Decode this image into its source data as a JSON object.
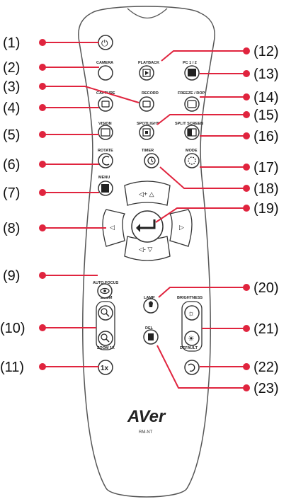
{
  "brand": "AVer",
  "model": "RM-NT",
  "callouts": [
    "(1)",
    "(2)",
    "(3)",
    "(4)",
    "(5)",
    "(6)",
    "(7)",
    "(8)",
    "(9)",
    "(10)",
    "(11)",
    "(12)",
    "(13)",
    "(14)",
    "(15)",
    "(16)",
    "(17)",
    "(18)",
    "(19)",
    "(20)",
    "(21)",
    "(22)",
    "(23)"
  ],
  "button_labels": {
    "camera": "CAMERA",
    "capture": "CAPTURE",
    "vision": "VISION",
    "rotate": "ROTATE",
    "menu": "MENU",
    "auto_focus": "AUTO FOCUS",
    "zoom": "ZOOM",
    "zoom_1x": "ZOOM 1X",
    "playback": "PLAYBACK",
    "record": "RECORD",
    "pc": "PC 1 / 2",
    "freeze": "FREEZE / ROP",
    "spotlight": "SPOTLIGHT",
    "split_screen": "SPLIT SCREEN",
    "mode": "MODE",
    "timer": "TIMER",
    "lamp": "LAMP",
    "del": "DEL",
    "brightness": "BRIGHTNESS",
    "default": "DEFAULT"
  },
  "button_glyphs": {
    "power": "⏻",
    "zoom_1x": "1x"
  },
  "colors": {
    "callout_line": "#e0243e",
    "remote_outline": "#555555",
    "button_stroke": "#333333"
  }
}
